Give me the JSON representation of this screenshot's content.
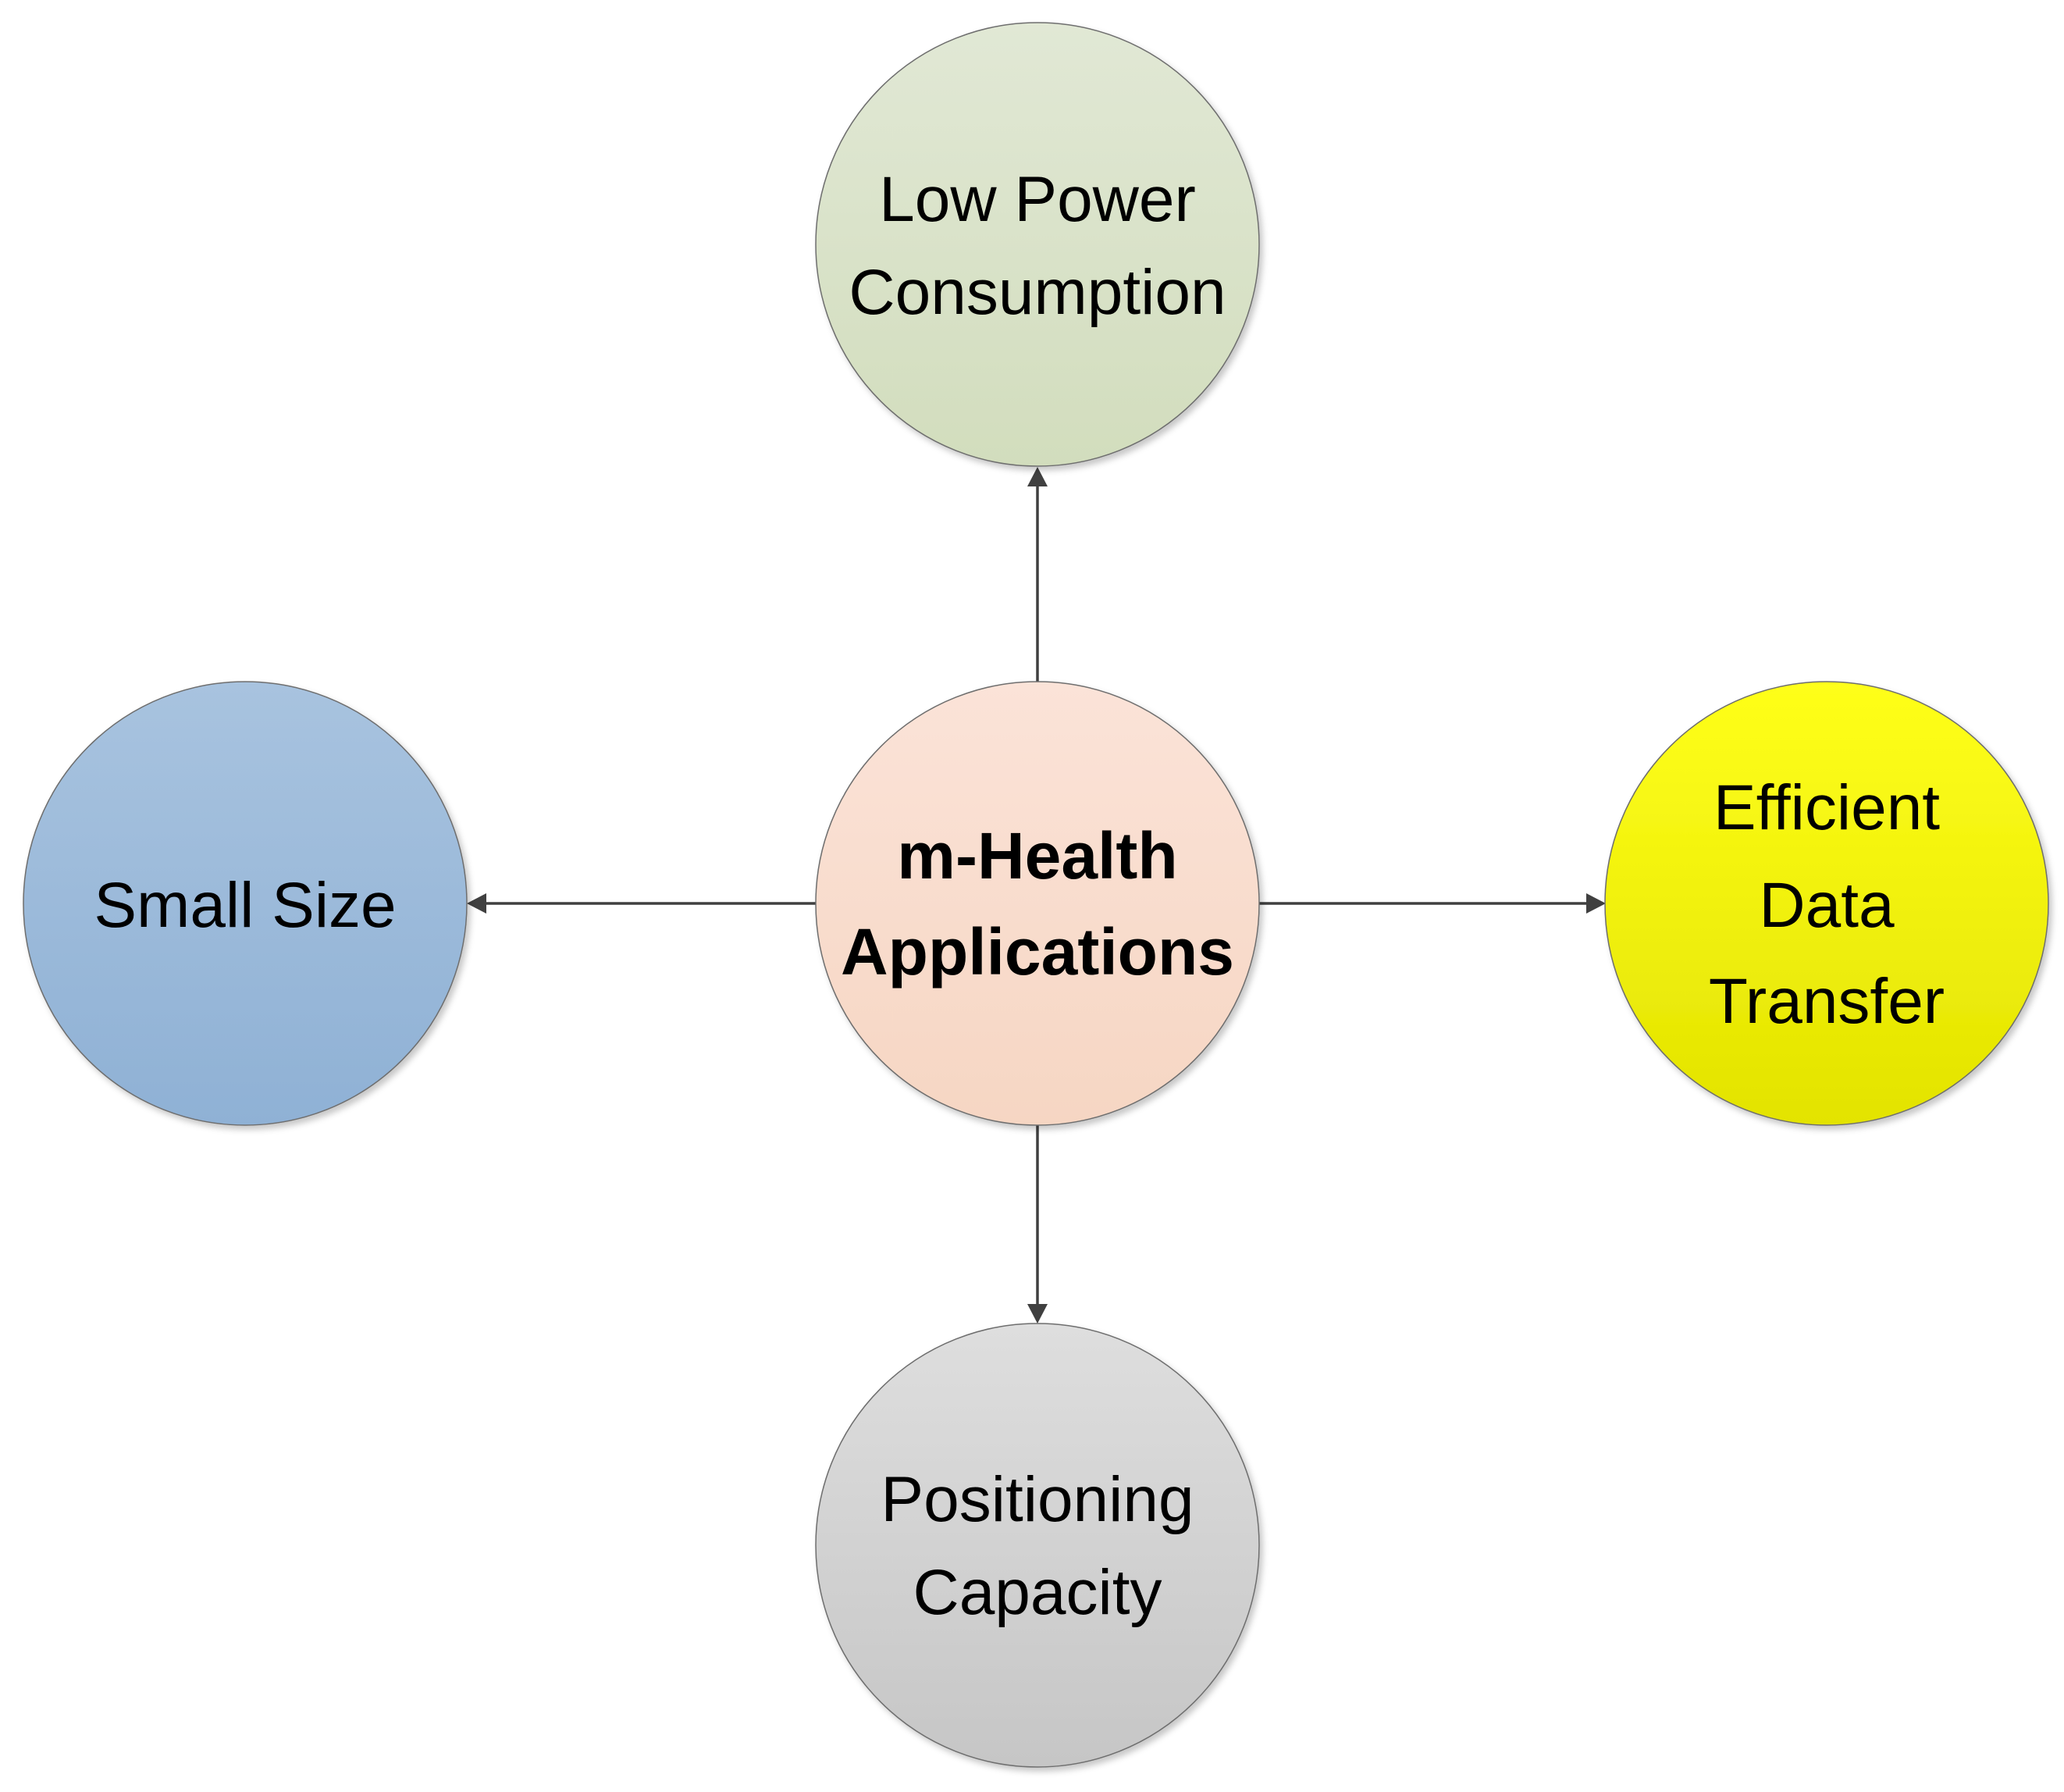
{
  "diagram": {
    "center": {
      "lines": [
        "m-Health",
        "Applications"
      ],
      "fill_top": "#fbe3d8",
      "fill_bottom": "#f6d6c3"
    },
    "nodes": {
      "top": {
        "lines": [
          "Low Power",
          "Consumption"
        ],
        "fill_top": "#e1e8d5",
        "fill_bottom": "#d2ddbd"
      },
      "left": {
        "lines": [
          "Small Size"
        ],
        "fill_top": "#a8c3df",
        "fill_bottom": "#8fb1d5"
      },
      "right": {
        "lines": [
          "Efficient",
          "Data",
          "Transfer"
        ],
        "fill_top": "#ffff1a",
        "fill_bottom": "#e3e300"
      },
      "bottom": {
        "lines": [
          "Positioning",
          "Capacity"
        ],
        "fill_top": "#dedede",
        "fill_bottom": "#c6c6c6"
      }
    },
    "arrow_color": "#404040",
    "border_color": "#6e6e6e"
  }
}
